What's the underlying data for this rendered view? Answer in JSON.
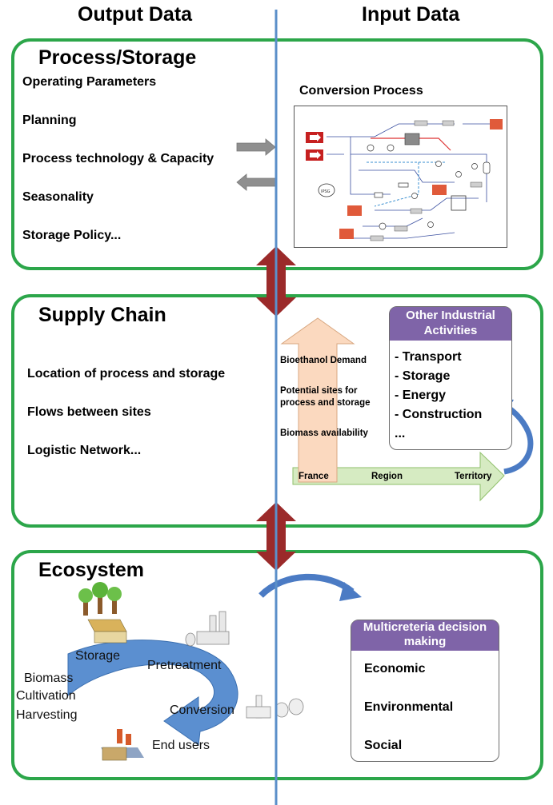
{
  "headers": {
    "output": "Output Data",
    "input": "Input Data"
  },
  "process": {
    "title": "Process/Storage",
    "items": [
      "Operating Parameters",
      "Planning",
      "Process technology & Capacity",
      "Seasonality",
      "Storage Policy..."
    ],
    "figure_title": "Conversion Process",
    "figure_label": "IPSG"
  },
  "supply": {
    "title": "Supply Chain",
    "items": [
      "Location of process and storage",
      "Flows between sites",
      "Logistic Network..."
    ],
    "arrow_labels": [
      "Bioethanol Demand",
      "Potential sites for process and storage",
      "Biomass availability"
    ],
    "scale_labels": [
      "France",
      "Region",
      "Territory"
    ],
    "box_title": "Other Industrial Activities",
    "box_items": [
      "- Transport",
      "- Storage",
      "- Energy",
      "- Construction",
      "..."
    ]
  },
  "ecosystem": {
    "title": "Ecosystem",
    "stages": [
      "Storage",
      "Pretreatment",
      "Biomass",
      "Cultivation",
      "Harvesting",
      "Conversion",
      "End users"
    ],
    "box_title": "Multicreteria decision making",
    "box_items": [
      "Economic",
      "Environmental",
      "Social"
    ]
  },
  "colors": {
    "panel_border": "#2ca64a",
    "divider": "#5b8fc9",
    "double_arrow": "#9b2a2a",
    "purple_header": "#7f64a8",
    "cycle_arrow": "#5b8fd0",
    "peach_arrow": "#fbd9bf",
    "green_arrow": "#d6ebc2"
  }
}
